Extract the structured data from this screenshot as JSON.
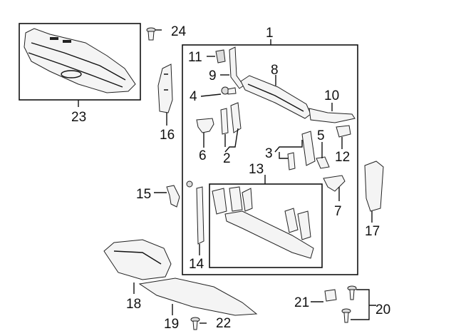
{
  "diagram": {
    "callouts": {
      "c1": "1",
      "c2": "2",
      "c3": "3",
      "c4": "4",
      "c5": "5",
      "c6": "6",
      "c7": "7",
      "c8": "8",
      "c9": "9",
      "c10": "10",
      "c11": "11",
      "c12": "12",
      "c13": "13",
      "c14": "14",
      "c15": "15",
      "c16": "16",
      "c17": "17",
      "c18": "18",
      "c19": "19",
      "c20": "20",
      "c21": "21",
      "c22": "22",
      "c23": "23",
      "c24": "24"
    },
    "colors": {
      "ink": "#111111",
      "background": "#ffffff"
    }
  }
}
